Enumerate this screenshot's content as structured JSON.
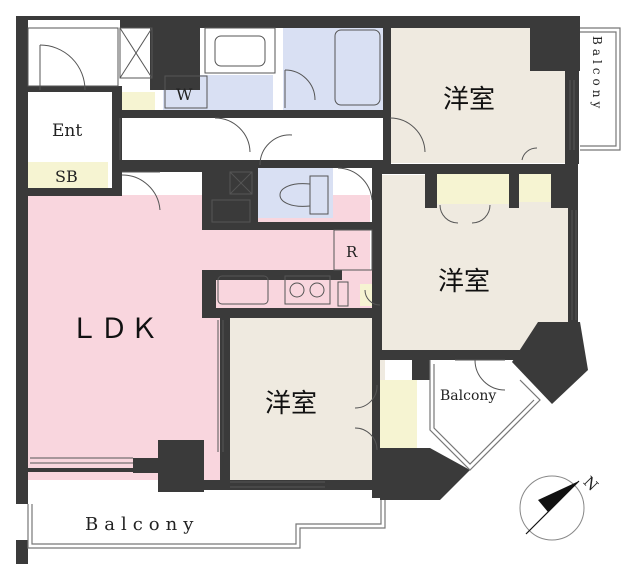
{
  "rooms": {
    "ldk": "ＬＤＫ",
    "western_top": "洋室",
    "western_middle": "洋室",
    "western_bottom": "洋室"
  },
  "fixtures": {
    "entrance": "Ent",
    "shoe_box": "SB",
    "washer": "W",
    "refrigerator": "R"
  },
  "balconies": {
    "south": "Balcony",
    "east": "Balcony",
    "corner": "Balcony"
  },
  "compass": {
    "north": "N"
  },
  "colors": {
    "ldk_floor": "#f9d6de",
    "room_floor": "#efeae0",
    "wet_area": "#d9e0f3",
    "storage": "#f6f4d2",
    "wall": "#3a3a3a"
  }
}
